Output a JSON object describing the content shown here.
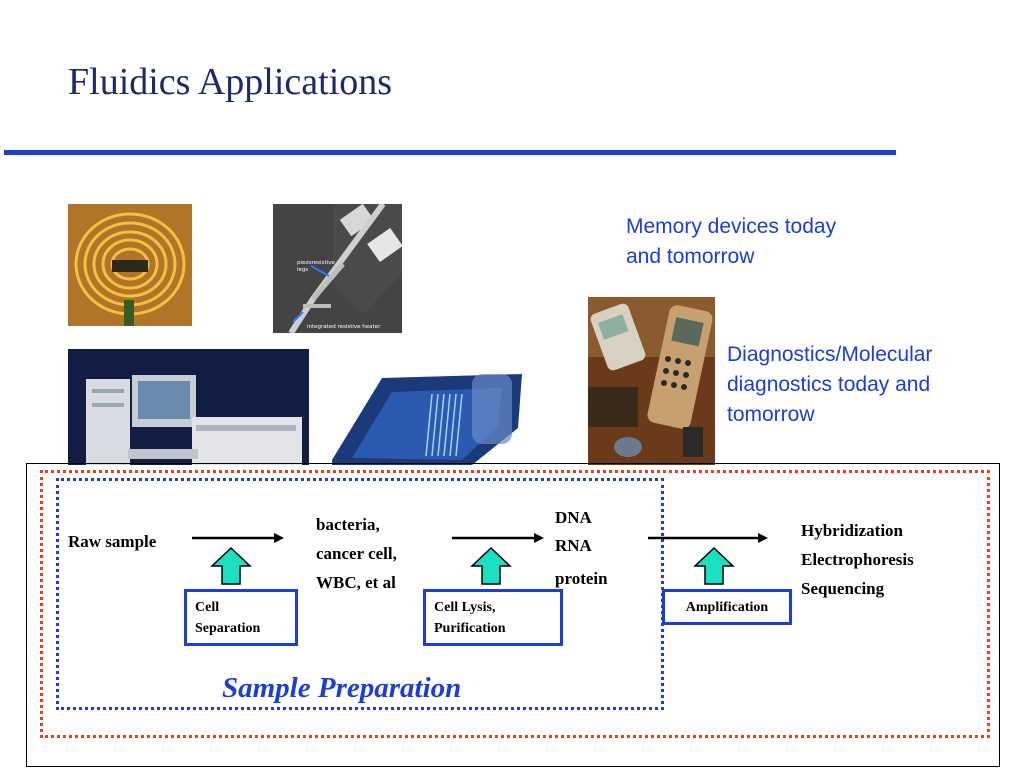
{
  "slide": {
    "title": "Fluidics Applications"
  },
  "captions": {
    "memory_line1": "Memory devices today",
    "memory_line2": "and tomorrow",
    "diag_line1": "Diagnostics/Molecular",
    "diag_line2": "diagnostics today and",
    "diag_line3": "tomorrow"
  },
  "sem_image": {
    "label_legs_1": "piezoresistive",
    "label_legs_2": "legs",
    "label_heater": "integrated resistive heater"
  },
  "flow": {
    "raw_sample": "Raw sample",
    "stage1_output": [
      "bacteria,",
      "cancer cell,",
      "WBC, et al"
    ],
    "stage2_output": [
      "DNA",
      "RNA",
      "protein"
    ],
    "stage3_output": [
      "Hybridization",
      "Electrophoresis",
      "Sequencing"
    ],
    "box1": [
      "Cell",
      "Separation"
    ],
    "box2": [
      "Cell Lysis,",
      "Purification"
    ],
    "box3": "Amplification",
    "sample_preparation": "Sample Preparation"
  },
  "colors": {
    "accent_blue": "#1a3ed6",
    "title_navy": "#1a2a6c",
    "dotted_red": "#e8401c",
    "up_arrow_fill": "#19e0c0"
  }
}
